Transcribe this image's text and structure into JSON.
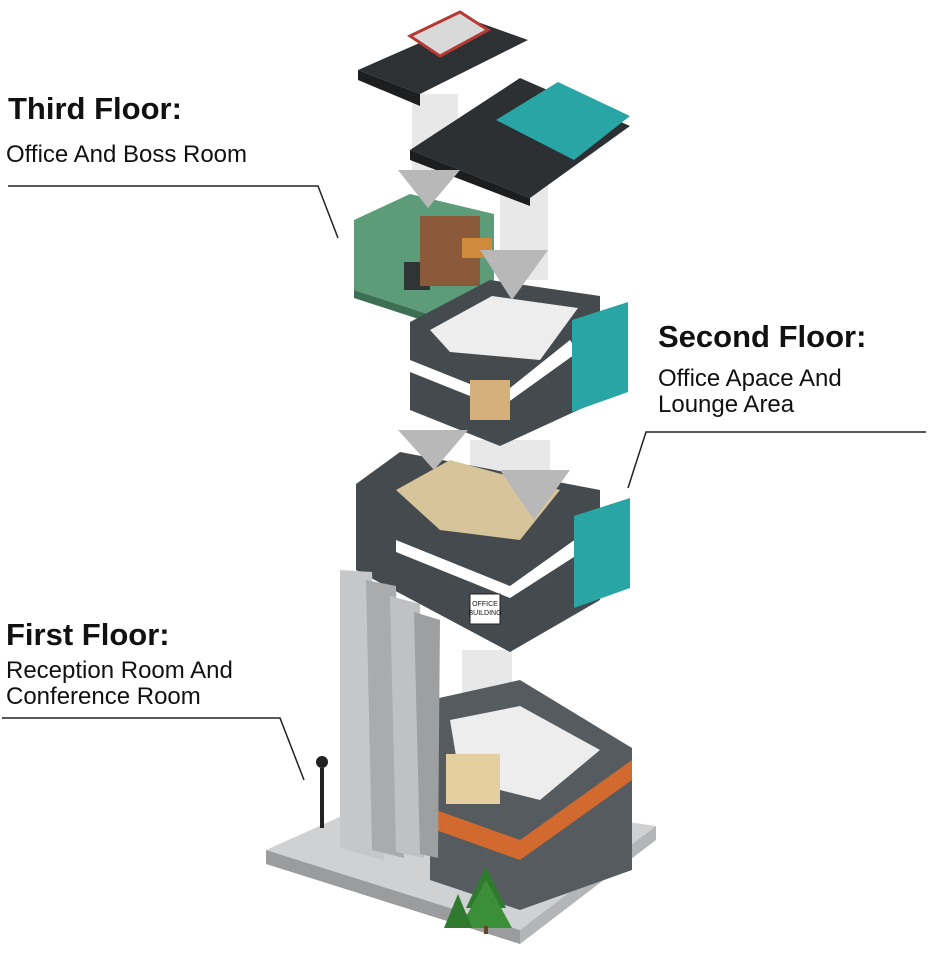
{
  "floors": [
    {
      "id": "third",
      "title": "Third Floor:",
      "description": "Office And Boss Room"
    },
    {
      "id": "second",
      "title": "Second Floor:",
      "description": "Office Apace And\nLounge Area"
    },
    {
      "id": "first",
      "title": "First Floor:",
      "description": "Reception Room And\nConference Room"
    }
  ],
  "sign_text": "OFFICE\nBUILDING",
  "colors": {
    "teal": "#2aa5a5",
    "green_wall": "#5c9c78",
    "orange": "#d2692e",
    "dark_gray": "#444a4e",
    "light_gray": "#cfd1d3",
    "arrow_gray": "#b8b8b8"
  }
}
